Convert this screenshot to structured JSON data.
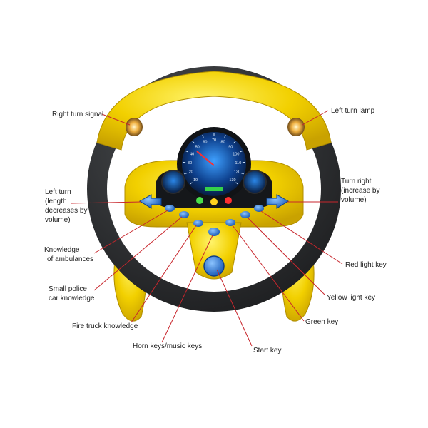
{
  "labels": {
    "right_turn_signal": "Right turn signal",
    "left_turn_lamp": "Left turn lamp",
    "left_turn": [
      "Left turn",
      "(length",
      "decreases by",
      "volume)"
    ],
    "turn_right": [
      "Turn right",
      "(increase by",
      "volume)"
    ],
    "knowledge_ambulances": [
      "Knowledge",
      "of ambulances"
    ],
    "small_police": [
      "Small police",
      "car knowledge"
    ],
    "fire_truck": "Fire truck knowledge",
    "horn_keys": "Horn keys/music keys",
    "start_key": "Start key",
    "green_key": "Green key",
    "yellow_light_key": "Yellow light key",
    "red_light_key": "Red light key"
  },
  "speedometer": {
    "ticks": [
      "10",
      "20",
      "30",
      "40",
      "50",
      "60",
      "70",
      "80",
      "90",
      "100",
      "110",
      "120",
      "130"
    ]
  },
  "colors": {
    "wheel_yellow": "#f2d000",
    "wheel_black": "#2b2d2f",
    "accent_blue": "#1e6fd0",
    "leader_red": "#c8262c",
    "lamp_amber": "#e8a23a"
  }
}
